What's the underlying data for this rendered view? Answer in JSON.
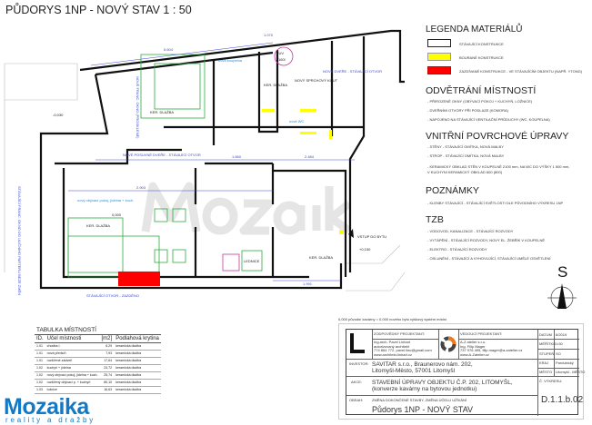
{
  "title": "PŮDORYS 1NP - NOVÝ STAV 1 : 50",
  "legend": {
    "heading": "LEGENDA MATERIÁLŮ",
    "items": [
      {
        "label": "STÁVAJÍCÍ KONSTRUKCE",
        "color": "#ffffff"
      },
      {
        "label": "BOURANÉ KONSTRUKCE",
        "color": "#ffff00"
      },
      {
        "label": "ZAZDÍVANÉ KONSTRUKCE - VE STÁVAJÍCÍM OBJEKTU (NAPŘ. YTONG)",
        "color": "#ff0000"
      }
    ]
  },
  "sections": {
    "ventilation": {
      "heading": "ODVĚTRÁNÍ MÍSTNOSTÍ",
      "items": [
        "- PŘIROZENĚ OKNY (OBÝVACÍ POKOJ + KUCHYŇ, LOŽNICE)",
        "- DVEŘNÍMI OTVORY PŘI PODLAZE (KOMORA)",
        "- NAPOJENO NA STÁVAJÍCÍ VENTILAČNÍ PRŮDUCHY (WC, KOUPELNA)"
      ]
    },
    "surfaces": {
      "heading": "VNITŘNÍ POVRCHOVÉ ÚPRAVY",
      "items": [
        "- STĚNY - STÁVAJÍCÍ OMÍTKA, NOVÁ MALBY",
        "- STROP - STÁVAJÍCÍ OMÍTKA, NOVÁ MALBY",
        "- KERAMICKÝ OBKLAD STĚN V KOUPELNĚ 2100 mm, NA WC DO VÝŠKY 1 500 mm,",
        "  V KUCHYNI KERAMICKÝ OBKLAD 600 (800)"
      ]
    },
    "notes": {
      "heading": "POZNÁMKY",
      "items": [
        "- KLENBY STÁVAJÍCÍ - STÁVAJÍCÍ SVĚTLOSTI DLE PŮVODNÍHO VÝKRESU 1NP"
      ]
    },
    "tzb": {
      "heading": "TZB",
      "items": [
        "- VODOVOD, KANALIZACE - STÁVAJÍCÍ ROZVODY",
        "- VYTÁPĚNÍ - STÁVAJÍCÍ ROZVODY, NOVÝ EL. ŽEBŘÍK V KOUPELNĚ",
        "- ELEKTRO - STÁVAJÍCÍ ROZVODY",
        "- OSLUNĚNÍ - STÁVAJÍCÍ A VYHOVUJÍCÍ, STÁVAJÍCÍ UMĚLÉ OSVĚTLENÍ"
      ]
    }
  },
  "north_label": "S",
  "plan": {
    "labels": {
      "dim_top": "5.604",
      "dim_a": "1.070",
      "dim_b": "1.070",
      "dim_c": "2.484",
      "dim_d": "1.660",
      "dim_e": "2.903",
      "dim_f": "1.991",
      "tuv": "TUV",
      "tuv_sub": "160l",
      "shower": "NOVÝ SPRCHOVÝ KOUT",
      "floor": "KER. DLAŽBA",
      "new_window": "NOVÉ FRANC. OKNO (PROSKLENÉ)",
      "sliding": "NOVÉ POSUVNÉ DVEŘE - STÁVAJÍCÍ OTVOR",
      "living": "nový obývací pokoj, jídelna + kuch.",
      "level0": "0,000",
      "level_ext": "-0,030",
      "level_entry": "+0,150",
      "entrance": "VSTUP DO BYTU",
      "bricked": "STÁVAJÍCÍ OTVOR - ZAZDĚNO",
      "fridge": "LEDNICE",
      "bathroom": "nová koupelna",
      "wc": "nové WC",
      "existing_window": "STÁVAJÍCÍ FRANC. OKNO DO ULIČNÍHO PARTERU BEZE ZMĚN",
      "new_doors": "NOVÉ DVEŘE - STÁVAJÍCÍ OTVOR",
      "watermark": "Mozaika"
    }
  },
  "room_table": {
    "title": "TABULKA MÍSTNOSTÍ",
    "columns": [
      "ID.",
      "Účel místnosti",
      "[m2]",
      "Podlahová krytina"
    ],
    "rows": [
      [
        "1.01",
        "chodba I.",
        "6,29",
        "keramická dlažba"
      ],
      [
        "1.01",
        "nová předsíň",
        "7,93",
        "keramická dlažba"
      ],
      [
        "1.01",
        "rozšířené zádveří",
        "17,64",
        "keramická dlažba"
      ],
      [
        "1.02",
        "kuchyň + jídelna",
        "23,72",
        "keramická dlažba"
      ],
      [
        "1.02",
        "nový obývací pokoj, jídelna + kuch.",
        "25,74",
        "keramická dlažba"
      ],
      [
        "1.02",
        "rozšířený obývací p. + kuchyň",
        "80,10",
        "keramická dlažba"
      ],
      [
        "1.03",
        "ložnice",
        "16,63",
        "keramická dlažba"
      ]
    ]
  },
  "brand": {
    "name": "Mozaika",
    "tagline": "reality a dražby",
    "color": "#1479c4"
  },
  "note": "0,000 původní kavárny = 0,000 nového bytu výškový systém místní",
  "title_block": {
    "resp_label": "ZODPOVĚDNÝ PROJEKTANT:",
    "resp_text": [
      "Ing.arch. Pavel Linhart",
      "autorizovaný architekt",
      "774 864 772, pavel.linu@gmail.com",
      "www.architekt-linhart.cz"
    ],
    "lead_label": "VEDOUCÍ PROJEKTANT:",
    "lead_text": [
      "A-Z atelier s.r.o.",
      "Ing. Filip Mager",
      "737 976 495, filip.mager@a-zatelier.cz",
      "www.A-Zatelier.cz"
    ],
    "meta": [
      [
        "DATUM",
        "6/2019"
      ],
      [
        "MĚŘÍTKO",
        "1:50"
      ],
      [
        "STUPEŇ",
        "SO"
      ],
      [
        "KRAJ",
        "Pardubický"
      ],
      [
        "MĚSTO",
        "Litomyšl - MĚSTO"
      ]
    ],
    "investor_label": "INVESTOR:",
    "investor": [
      "SAVITAR s.r.o., Braunerovo nám. 202,",
      "Litomyšl-Město, 57001 Litomyšl"
    ],
    "action_label": "AKCE:",
    "action": [
      "STAVEBNÍ ÚPRAVY OBJEKTU Č.P. 202, LITOMYŠL,",
      "(konverze kavárny na bytovou jednotku)"
    ],
    "drawing_no_label": "Č. VÝKRESU:",
    "drawing_no": "D.1.1.b.02",
    "content_label": "OBSAH:",
    "content_sub": "ZMĚNA DOKONČENÉ STAVBY, ZMĚNA ÚČELU UŽÍVÁNÍ",
    "content": "Půdorys 1NP - NOVÝ STAV"
  }
}
